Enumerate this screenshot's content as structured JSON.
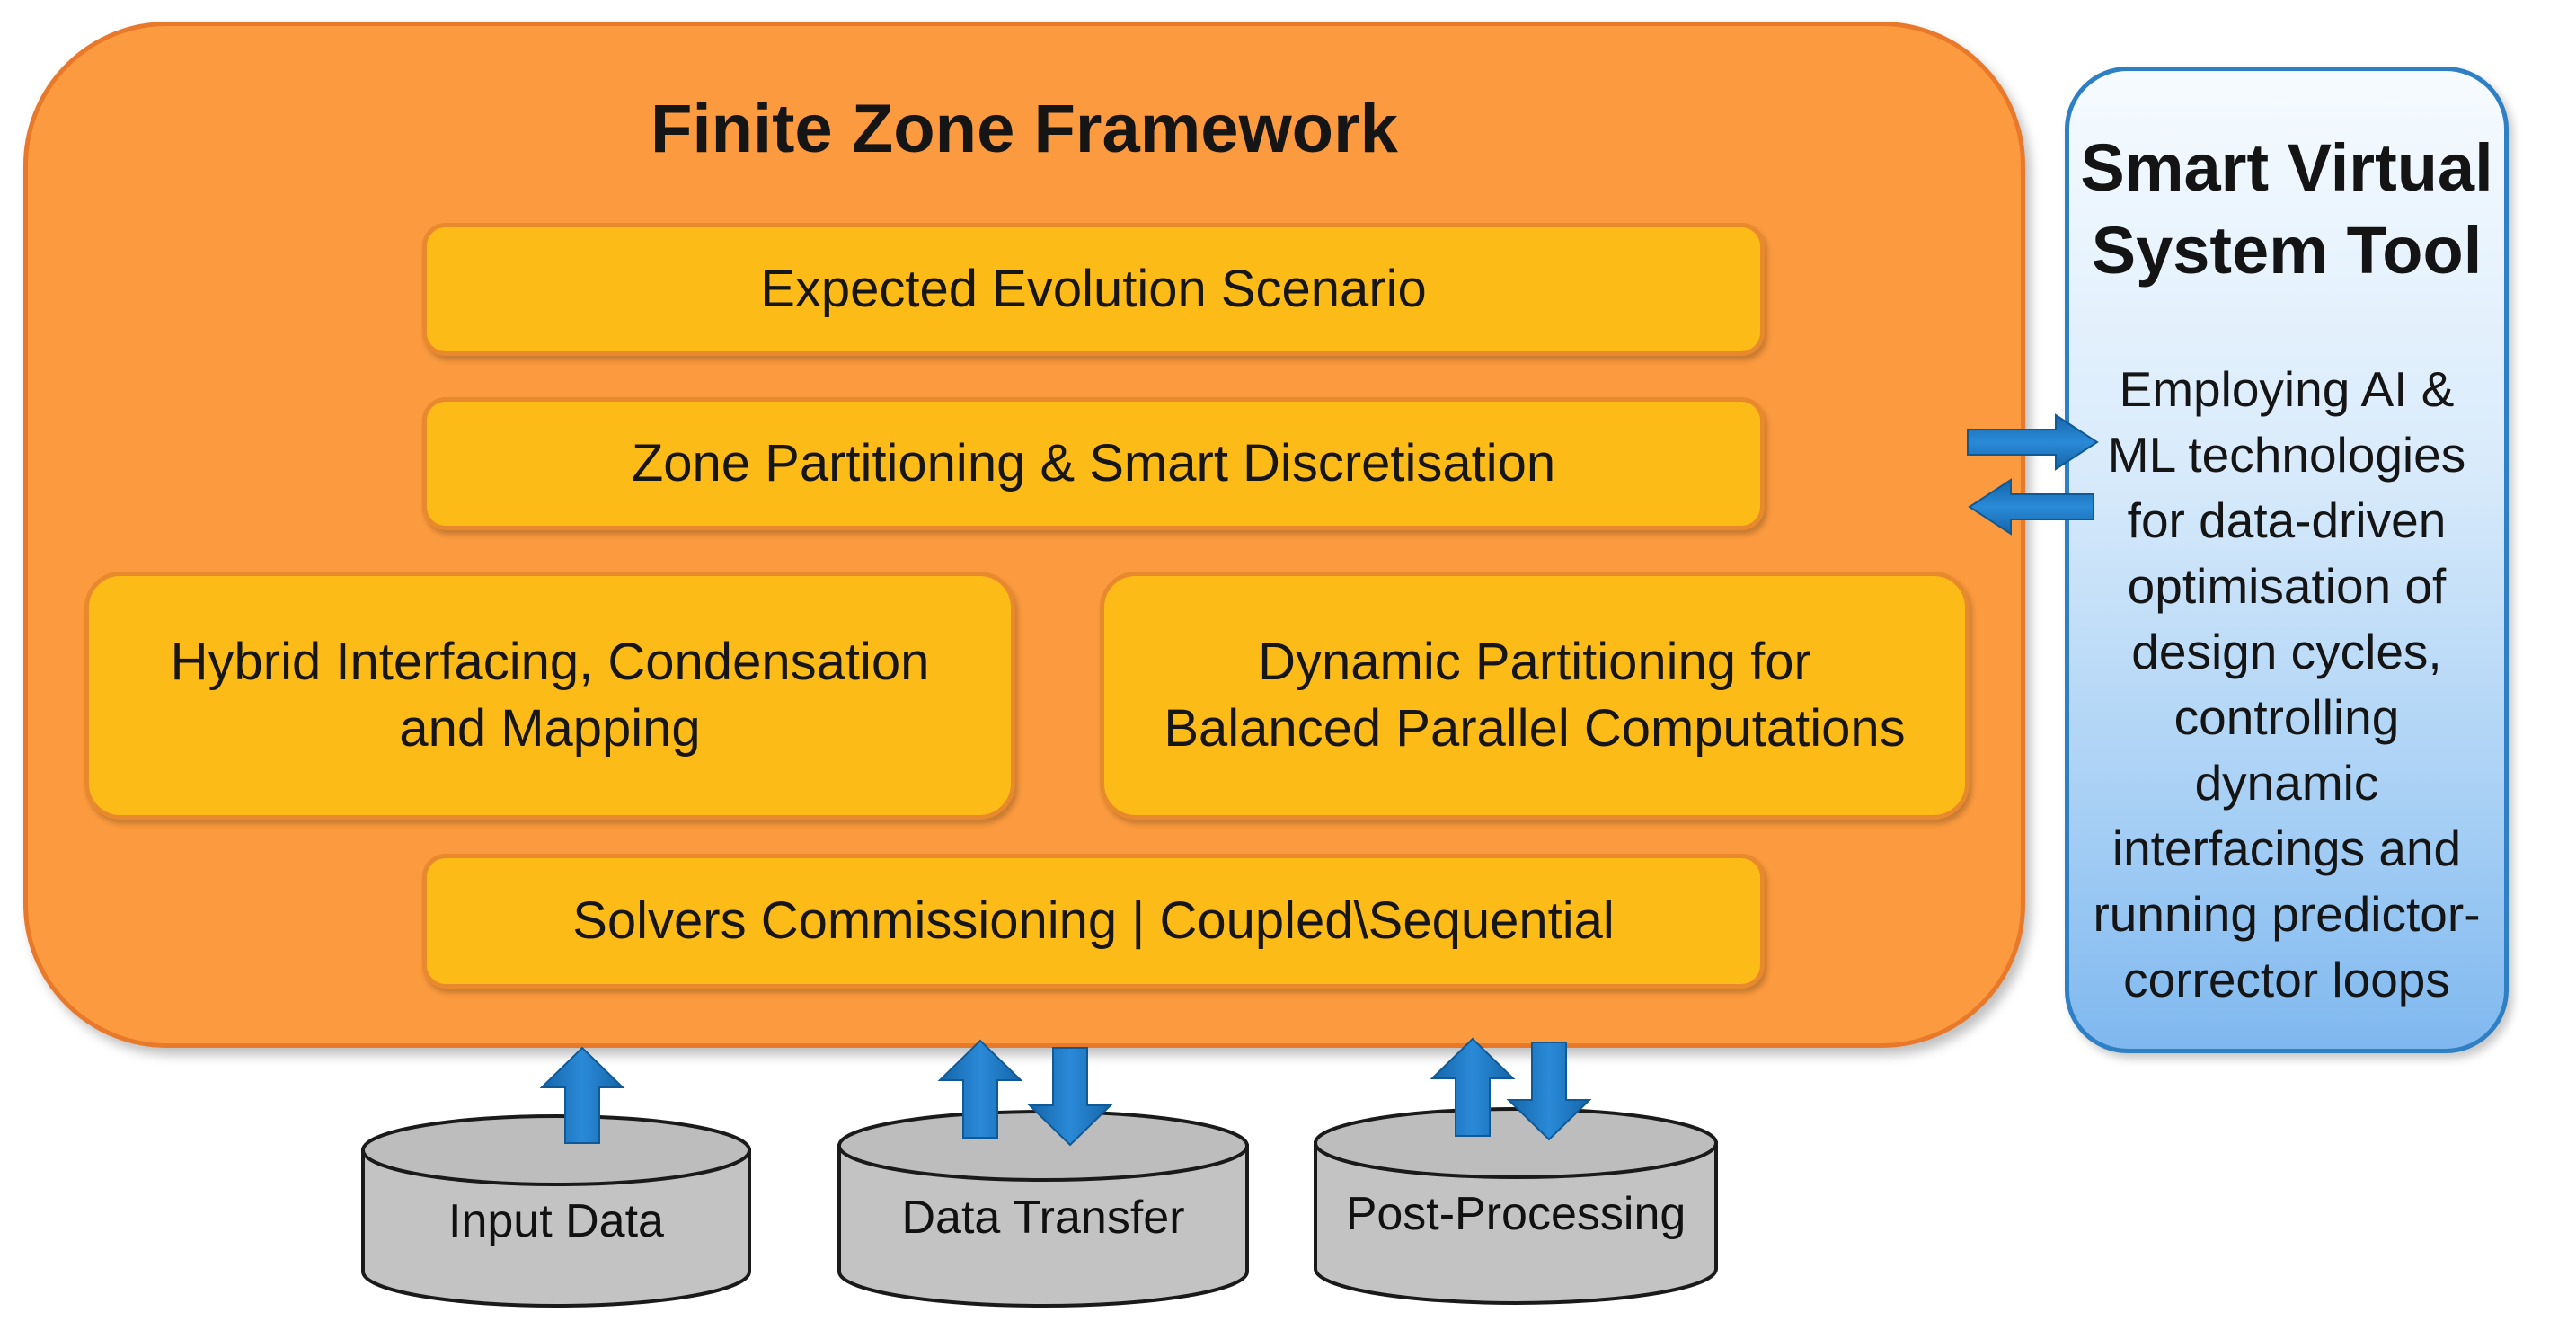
{
  "framework": {
    "title": "Finite Zone Framework",
    "components": {
      "evolution": [
        "Expected Evolution Scenario"
      ],
      "zone": [
        "Zone Partitioning & Smart Discretisation"
      ],
      "hybrid": [
        "Hybrid Interfacing, Condensation",
        "and Mapping"
      ],
      "dynamic": [
        "Dynamic Partitioning for",
        "Balanced Parallel Computations"
      ],
      "solvers": [
        "Solvers Commissioning | Coupled\\Sequential"
      ]
    }
  },
  "smart_tool": {
    "title": [
      "Smart Virtual",
      "System Tool"
    ],
    "description": [
      "Employing AI &",
      "ML technologies",
      "for data-driven",
      "optimisation of",
      "design cycles,",
      "controlling",
      "dynamic",
      "interfacings and",
      "running predictor-",
      "corrector loops"
    ]
  },
  "data_stores": {
    "input": "Input Data",
    "transfer": "Data Transfer",
    "post": "Post-Processing"
  },
  "colors": {
    "framework_fill": "#fb9a3e",
    "component_fill": "#fdbb17",
    "tool_border": "#2f7fc4",
    "arrow_fill": "#1b75bb",
    "cylinder_fill": "#c3c3c3"
  }
}
